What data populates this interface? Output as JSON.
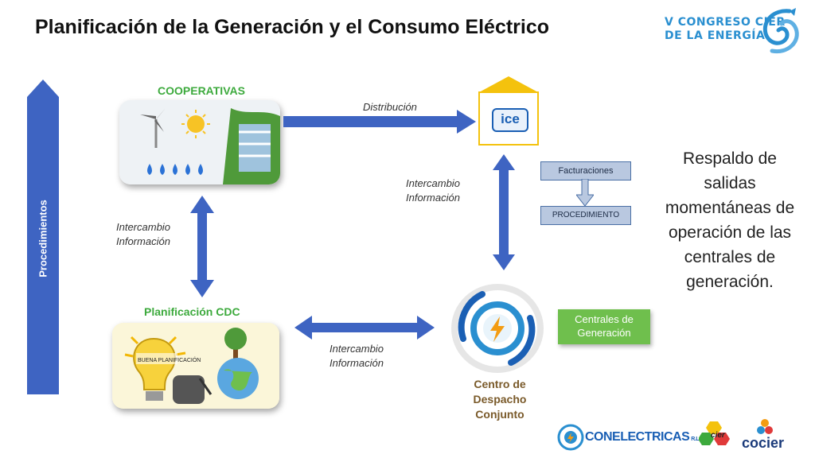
{
  "title": "Planificación de la Generación y el Consumo Eléctrico",
  "logo": {
    "line1": "V CONGRESO CIER",
    "line2": "DE LA ENERGÍA"
  },
  "side_text": "Respaldo de salidas momentáneas de operación de las centrales de generación.",
  "procedimientos": "Procedimientos",
  "cooperativas": "COOPERATIVAS",
  "ice": "ice",
  "distribucion": "Distribución",
  "intercambio_left": {
    "line1": "Intercambio",
    "line2": "Información"
  },
  "intercambio_right": {
    "line1": "Intercambio",
    "line2": "Información"
  },
  "intercambio_bottom": {
    "line1": "Intercambio",
    "line2": "Información"
  },
  "facturaciones": "Facturaciones",
  "procedimiento": "PROCEDIMIENTO",
  "planificacion": "Planificación CDC",
  "buena_planificacion": "BUENA PLANIFICACIÓN",
  "centrales": {
    "line1": "Centrales de",
    "line2": "Generación"
  },
  "centro": {
    "line1": "Centro de",
    "line2": "Despacho",
    "line3": "Conjunto"
  },
  "footer": {
    "conelectricas": "CONELECTRICAS",
    "rl": "R.L.",
    "cier": "cier",
    "cocier": "cocier"
  },
  "colors": {
    "arrow_blue": "#3e64c2",
    "green": "#3daa3d",
    "ice_yellow": "#f4c20d",
    "ice_blue": "#1a5fb4"
  }
}
